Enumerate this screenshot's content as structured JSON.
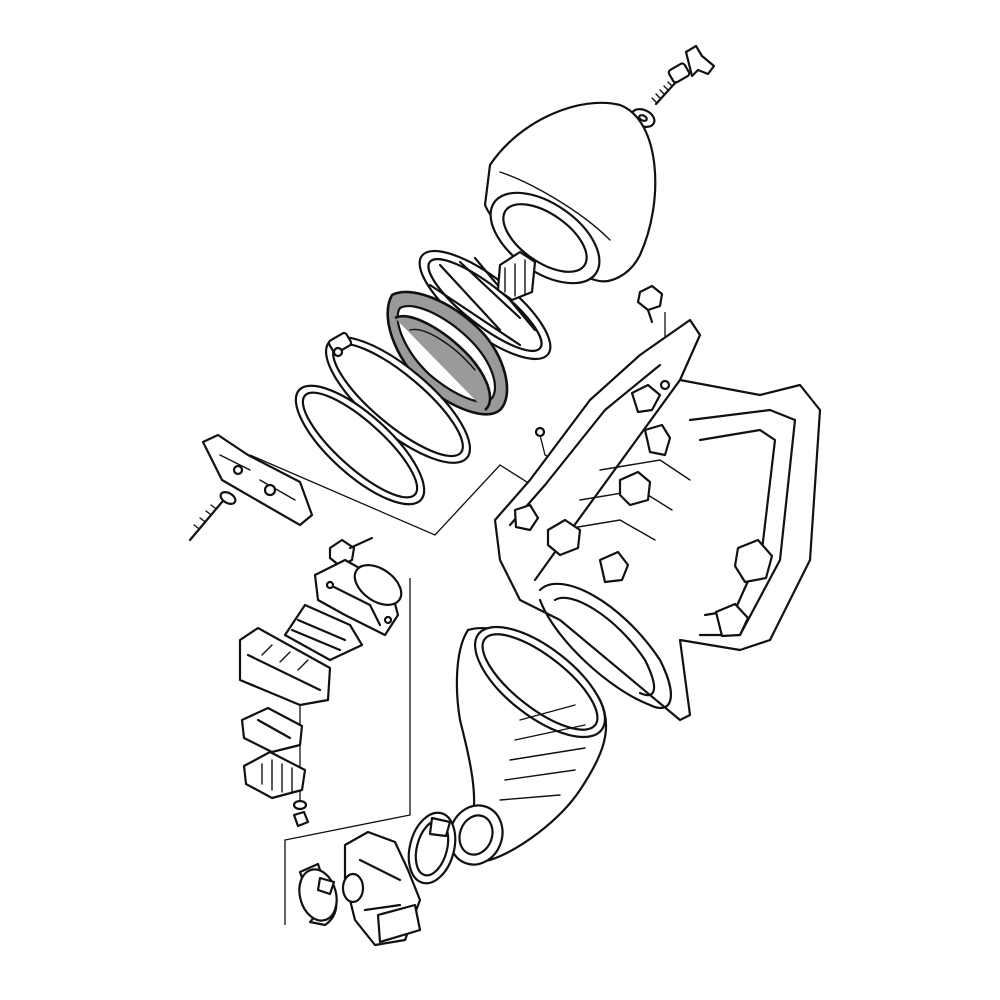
{
  "colors": {
    "line": "#111111",
    "highlight": "#9a9a9a",
    "background": "#ffffff"
  },
  "highlighted_part": "air-filter-element",
  "parts": [
    "wing-bolt",
    "washer",
    "filter-cover",
    "filter-cage",
    "air-filter-element",
    "hose-clamp",
    "seal-ring",
    "air-box",
    "mounting-bolt",
    "bracket-plate",
    "small-screw",
    "reed-valve-housing",
    "reed-block",
    "reed-petal",
    "reed-stopper",
    "intake-boot",
    "carburetor",
    "carburetor-clamp",
    "intake-clamp"
  ]
}
